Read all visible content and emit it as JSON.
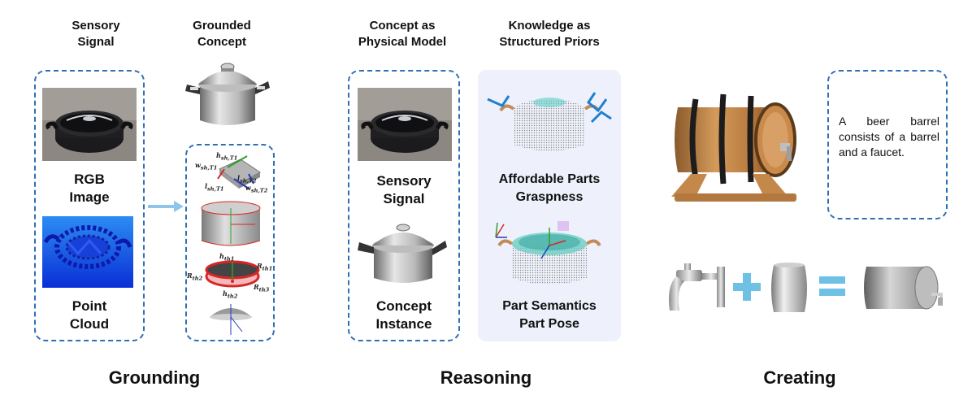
{
  "grounding": {
    "col1_title": [
      "Sensory",
      "Signal"
    ],
    "col2_title": [
      "Grounded",
      "Concept"
    ],
    "rgb_label": [
      "RGB",
      "Image"
    ],
    "pc_label": [
      "Point",
      "Cloud"
    ],
    "section_label": "Grounding",
    "math_labels": {
      "wh1": "w",
      "hh1": "h",
      "lh1": "l",
      "lh2": "l",
      "wh2": "w",
      "hth1": "h",
      "rth1": "R",
      "rth2": "R",
      "rth3": "R",
      "hth2": "h"
    },
    "math_subs": {
      "wh1": "sh,T1",
      "hh1": "sh,T1",
      "lh1": "sh,T1",
      "lh2": "sh,T2",
      "wh2": "sh,T2",
      "hth1": "th1",
      "rth1": "th1",
      "rth2": "th2",
      "rth3": "th3",
      "hth2": "th2"
    }
  },
  "reasoning": {
    "col1_title": [
      "Concept as",
      "Physical Model"
    ],
    "col2_title": [
      "Knowledge as",
      "Structured Priors"
    ],
    "sensory_label": [
      "Sensory",
      "Signal"
    ],
    "instance_label": [
      "Concept",
      "Instance"
    ],
    "affordable_label": [
      "Affordable Parts",
      "Graspness"
    ],
    "semantics_label": [
      "Part Semantics",
      "Part Pose"
    ],
    "section_label": "Reasoning"
  },
  "creating": {
    "description": "A beer barrel consists of a barrel and a faucet.",
    "section_label": "Creating"
  },
  "colors": {
    "dash_border": "#2f6fb5",
    "arrow": "#8ec5e8",
    "panel_bg": "#eef1fb",
    "plus_equals": "#6ec1e4"
  }
}
